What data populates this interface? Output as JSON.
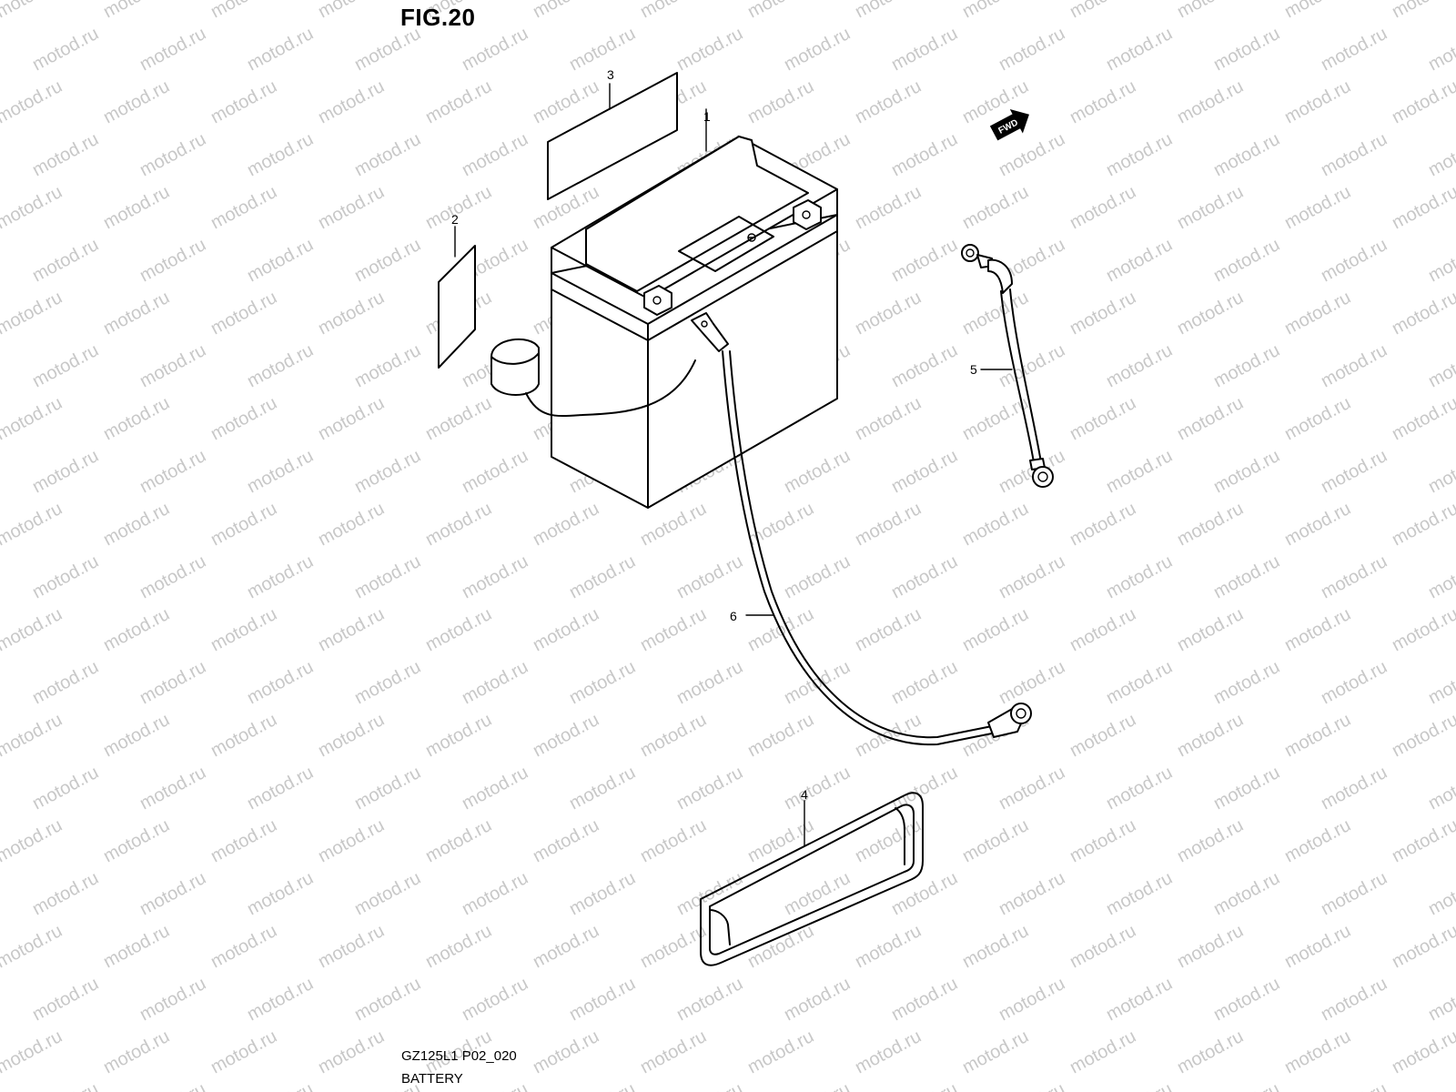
{
  "figure": {
    "title": "FIG.20",
    "code": "GZ125L1 P02_020",
    "name": "BATTERY"
  },
  "watermark": {
    "text": "motod.ru"
  },
  "direction_badge": {
    "label": "FWD"
  },
  "callouts": [
    {
      "id": "1",
      "label": "1"
    },
    {
      "id": "2",
      "label": "2"
    },
    {
      "id": "3",
      "label": "3"
    },
    {
      "id": "4",
      "label": "4"
    },
    {
      "id": "5",
      "label": "5"
    },
    {
      "id": "6",
      "label": "6"
    }
  ],
  "colors": {
    "line": "#000000",
    "watermark": "#c8c8c8",
    "background": "#ffffff"
  }
}
